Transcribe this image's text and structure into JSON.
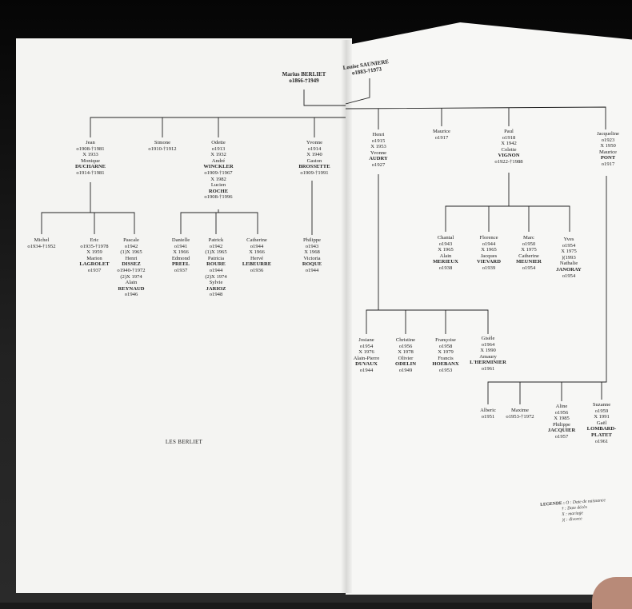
{
  "title": "LES BERLIET",
  "heads": [
    {
      "id": "marius",
      "lines": [
        "Marius BERLIET",
        "o1866-†1949"
      ]
    },
    {
      "id": "louise",
      "lines": [
        "Louise SAUNIERE",
        "o1883-†1973"
      ]
    }
  ],
  "children": [
    {
      "id": "jean",
      "lines": [
        "Jean",
        "o1908-†1981",
        "X 1933",
        "Monique",
        "DUCHARNE",
        "o1914-†1981"
      ]
    },
    {
      "id": "simone",
      "lines": [
        "Simone",
        "o1910-†1912"
      ]
    },
    {
      "id": "odette",
      "lines": [
        "Odette",
        "o1913",
        "X 1932",
        "André",
        "WINCKLER",
        "o1909-†1967",
        "X 1982",
        "Lucien",
        "ROCHE",
        "o1908-†1996"
      ]
    },
    {
      "id": "yvonne",
      "lines": [
        "Yvonne",
        "o1914",
        "X 1940",
        "Gaston",
        "BROSSETTE",
        "o1909-†1991"
      ]
    },
    {
      "id": "henri",
      "lines": [
        "Henri",
        "o1915",
        "X 1953",
        "Yvonne",
        "AUDRY",
        "o1927"
      ]
    },
    {
      "id": "maurice",
      "lines": [
        "Maurice",
        "o1917"
      ]
    },
    {
      "id": "paul",
      "lines": [
        "Paul",
        "o1918",
        "X 1942",
        "Colette",
        "VIGNON",
        "o1922-†1988"
      ]
    },
    {
      "id": "jacqueline",
      "lines": [
        "Jacqueline",
        "o1923",
        "X 1950",
        "Maurice",
        "PONT",
        "o1917"
      ]
    }
  ],
  "grandchildren": [
    {
      "id": "michel",
      "lines": [
        "Michel",
        "o1934-†1952"
      ]
    },
    {
      "id": "eric",
      "lines": [
        "Eric",
        "o1935-†1978",
        "X 1959",
        "Marion",
        "LAGROLET",
        "o1937"
      ]
    },
    {
      "id": "pascale",
      "lines": [
        "Pascale",
        "o1942",
        "(1)X 1965",
        "Henri",
        "DISSEZ",
        "o1940-†1972",
        "(2)X 1974",
        "Alain",
        "REYNAUD",
        "o1946"
      ]
    },
    {
      "id": "danielle",
      "lines": [
        "Danielle",
        "o1941",
        "X 1966",
        "Edmond",
        "PREEL",
        "o1937"
      ]
    },
    {
      "id": "patrick",
      "lines": [
        "Patrick",
        "o1942",
        "(1)X 1965",
        "Patricia",
        "ROURE",
        "o1944",
        "(2)X 1974",
        "Sylvie",
        "JARIOZ",
        "o1948"
      ]
    },
    {
      "id": "catherine",
      "lines": [
        "Catherine",
        "o1944",
        "X 1966",
        "Hervé",
        "LEBEURRE",
        "o1936"
      ]
    },
    {
      "id": "philippe",
      "lines": [
        "Philippe",
        "o1943",
        "X 1968",
        "Victoria",
        "ROQUE",
        "o1944"
      ]
    },
    {
      "id": "chantal",
      "lines": [
        "Chantal",
        "o1943",
        "X 1965",
        "Alain",
        "MERIEUX",
        "o1938"
      ]
    },
    {
      "id": "florence",
      "lines": [
        "Florence",
        "o1944",
        "X 1965",
        "Jacques",
        "VIEVARD",
        "o1939"
      ]
    },
    {
      "id": "marc",
      "lines": [
        "Marc",
        "o1950",
        "X 1975",
        "Catherine",
        "MEUNIER",
        "o1954"
      ]
    },
    {
      "id": "yves",
      "lines": [
        "Yves",
        "o1954",
        "X 1975",
        ")(1993",
        "Nathalie",
        "JANORAY",
        "o1954"
      ]
    },
    {
      "id": "josiane",
      "lines": [
        "Josiane",
        "o1954",
        "X 1976",
        "Alain-Pierre",
        "DUVAUX",
        "o1944"
      ]
    },
    {
      "id": "christine",
      "lines": [
        "Christine",
        "o1956",
        "X 1978",
        "Olivier",
        "ODELIN",
        "o1949"
      ]
    },
    {
      "id": "francoise",
      "lines": [
        "Françoise",
        "o1958",
        "X 1979",
        "Francis",
        "HOEBANX",
        "o1953"
      ]
    },
    {
      "id": "gisele",
      "lines": [
        "Gisèle",
        "o1964",
        "X 1990",
        "Amaury",
        "L'HERMINIER",
        "o1961"
      ]
    },
    {
      "id": "alberic",
      "lines": [
        "Alberic",
        "o1951"
      ]
    },
    {
      "id": "maxime",
      "lines": [
        "Maxime",
        "o1953-†1972"
      ]
    },
    {
      "id": "aline",
      "lines": [
        "Aline",
        "o1956",
        "X 1985",
        "Philippe",
        "JACQUIER",
        "o1957"
      ]
    },
    {
      "id": "suzanne",
      "lines": [
        "Suzanne",
        "o1959",
        "X 1991",
        "Gaël",
        "LOMBARD-",
        "PLATET",
        "o1961"
      ]
    }
  ],
  "legend": {
    "title": "LEGENDE :",
    "items": [
      {
        "symbol": "O",
        "meaning": "Date de naissance"
      },
      {
        "symbol": "†",
        "meaning": "Date décès"
      },
      {
        "symbol": "X",
        "meaning": "mariage"
      },
      {
        "symbol": ")(",
        "meaning": "divorce"
      }
    ]
  }
}
